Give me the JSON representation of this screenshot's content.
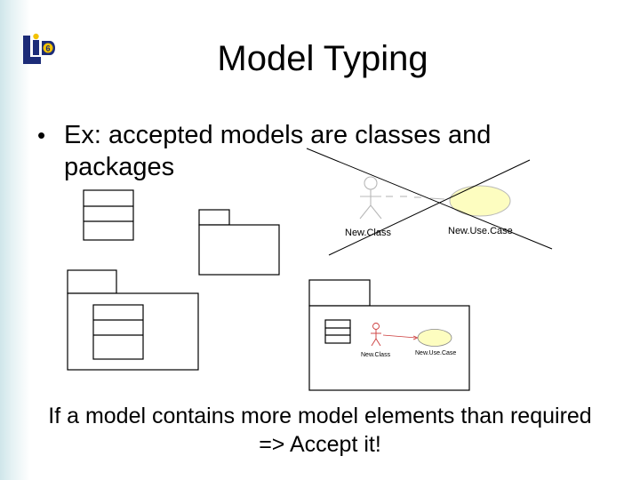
{
  "slide": {
    "title": "Model Typing",
    "bullet": "Ex: accepted models are classes and packages",
    "footer_line1": "If a model contains more model elements than required",
    "footer_line2": "=> Accept it!"
  },
  "logo": {
    "text": "LIP",
    "number": "6",
    "colors": {
      "navy": "#1c2c78",
      "gold": "#f2c200"
    }
  },
  "diagram": {
    "big_actor_label": "New.Class",
    "big_usecase_label": "New.Use.Case",
    "small_actor_label": "New.Class",
    "small_usecase_label": "New.Use.Case",
    "colors": {
      "usecase_fill": "#fdfdc0",
      "cross_line": "#000000",
      "faded": "#b8b8b8",
      "accent_red": "#cc3a3a"
    }
  }
}
